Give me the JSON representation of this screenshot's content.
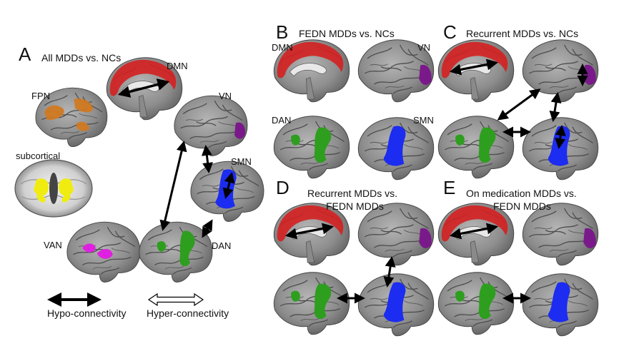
{
  "panels": {
    "A": {
      "letter": "A",
      "title": "All MDDs vs. NCs"
    },
    "B": {
      "letter": "B",
      "title": "FEDN MDDs vs. NCs"
    },
    "C": {
      "letter": "C",
      "title": "Recurrent  MDDs vs. NCs"
    },
    "D": {
      "letter": "D",
      "title_line1": "Recurrent MDDs vs.",
      "title_line2": "FEDN MDDs"
    },
    "E": {
      "letter": "E",
      "title_line1": "On medication MDDs vs.",
      "title_line2": "FEDN MDDs"
    }
  },
  "networks": {
    "dmn": "DMN",
    "fpn": "FPN",
    "vn": "VN",
    "smn": "SMN",
    "dan": "DAN",
    "van": "VAN",
    "subcortical": "subcortical"
  },
  "network_colors": {
    "DMN": "#d42020",
    "FPN": "#d2781e",
    "VN": "#7a1a8a",
    "SMN": "#1c2cf0",
    "DAN": "#2e9e1e",
    "VAN": "#e020e0",
    "subcortical": "#f0ec10"
  },
  "legend": {
    "hypo": "Hypo-connectivity",
    "hyper": "Hyper-connectivity"
  },
  "connections": {
    "A": [
      [
        "DMN",
        "DMN"
      ],
      [
        "VN",
        "DAN"
      ],
      [
        "VN",
        "SMN"
      ],
      [
        "SMN",
        "SMN"
      ],
      [
        "SMN",
        "DAN"
      ]
    ],
    "B": [],
    "C": [
      [
        "DMN",
        "DMN"
      ],
      [
        "VN",
        "VN"
      ],
      [
        "VN",
        "DAN"
      ],
      [
        "VN",
        "SMN"
      ],
      [
        "SMN",
        "SMN"
      ],
      [
        "DAN",
        "SMN"
      ]
    ],
    "D": [
      [
        "DMN",
        "DMN"
      ],
      [
        "VN",
        "SMN"
      ],
      [
        "DAN",
        "SMN"
      ]
    ],
    "E": [
      [
        "DMN",
        "DMN"
      ],
      [
        "DAN",
        "SMN"
      ]
    ]
  }
}
